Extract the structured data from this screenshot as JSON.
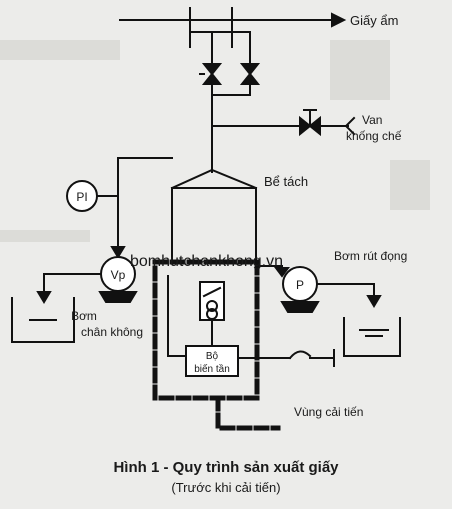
{
  "labels": {
    "paper_out": "Giấy ẩm",
    "control_valve": [
      "Van",
      "khống chế"
    ],
    "separator_tank": "Bể tách",
    "pressure_indicator": "PI",
    "vacuum_pump_symbol": "Vp",
    "vacuum_pump": [
      "Bơm",
      "chân không"
    ],
    "extraction_pump_symbol": "P",
    "extraction_pump": "Bơm rút đọng",
    "inverter": [
      "Bộ",
      "biến tần"
    ],
    "improvement_zone": "Vùng cải tiến",
    "watermark": "bomhutchankhong.vn"
  },
  "caption": {
    "title": "Hình 1 - Quy trình sản xuất giấy",
    "subtitle": "(Trước khi cải tiến)"
  },
  "colors": {
    "ink": "#111111",
    "background": "#ececea"
  }
}
